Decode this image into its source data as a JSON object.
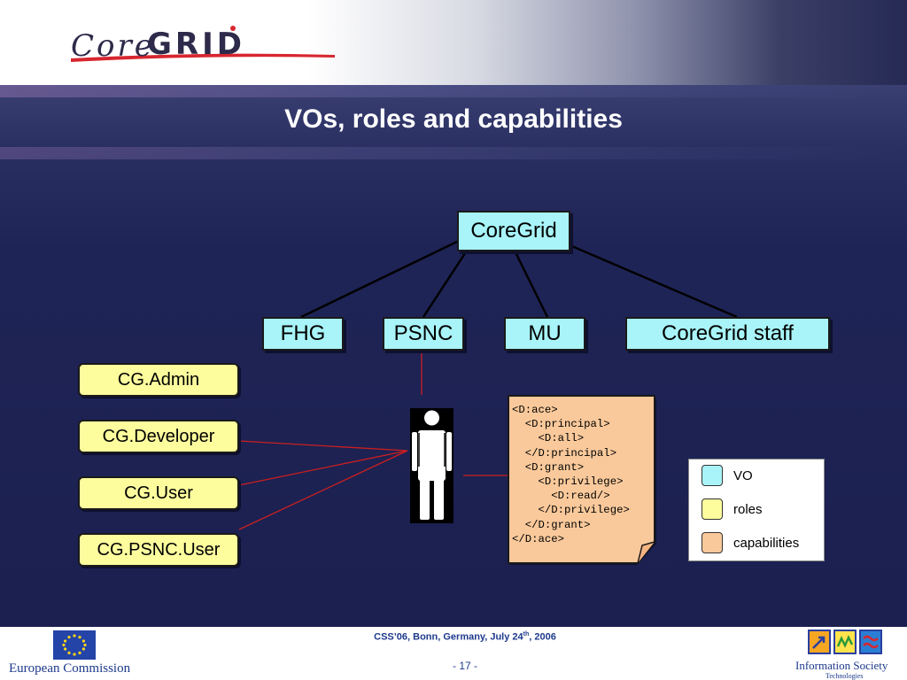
{
  "slide": {
    "title": "VOs, roles and capabilities",
    "logo": {
      "text_core": "Core",
      "text_grid": "GRID"
    }
  },
  "diagram": {
    "root_vo": "CoreGrid",
    "sub_vos": [
      "FHG",
      "PSNC",
      "MU",
      "CoreGrid staff"
    ],
    "roles": [
      "CG.Admin",
      "CG.Developer",
      "CG.User",
      "CG.PSNC.User"
    ],
    "capability_xml": "<D:ace>\n  <D:principal>\n    <D:all>\n  </D:principal>\n  <D:grant>\n    <D:privilege>\n      <D:read/>\n    </D:privilege>\n  </D:grant>\n</D:ace>",
    "legend": [
      {
        "label": "VO",
        "color": "#a8f4f8"
      },
      {
        "label": "roles",
        "color": "#fdfd9e"
      },
      {
        "label": "capabilities",
        "color": "#f9c99b"
      }
    ],
    "colors": {
      "vo": "#a8f4f8",
      "role": "#fdfd9e",
      "capability": "#f9c99b",
      "connector": "#cc1f1f",
      "tree_line": "#000000"
    }
  },
  "footer": {
    "left_org": "European Commission",
    "conference_prefix": "CSS’06, Bonn, Germany, July 24",
    "conference_sup": "th",
    "conference_suffix": ", 2006",
    "page": "- 17 -",
    "right_org": "Information Society",
    "right_org_sub": "Technologies"
  }
}
